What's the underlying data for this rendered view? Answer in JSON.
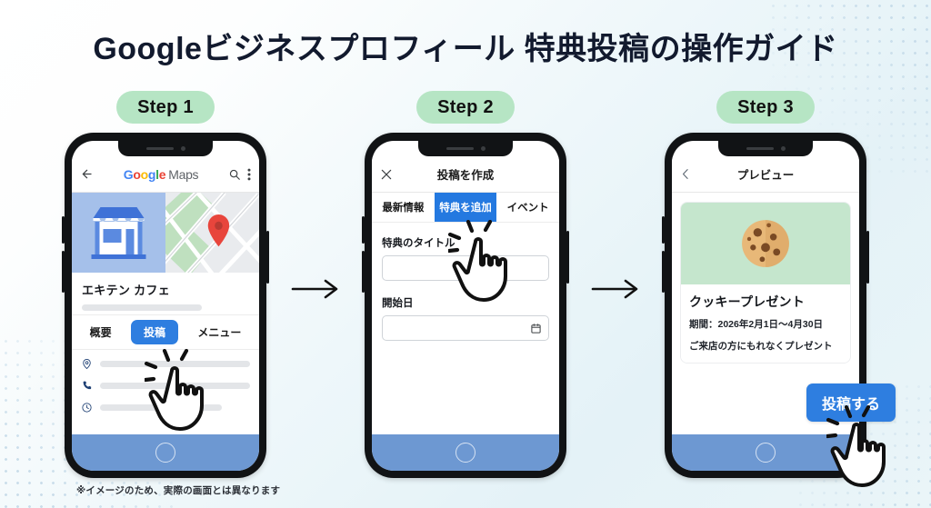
{
  "page": {
    "title": "Googleビジネスプロフィール 特典投稿の操作ガイド",
    "footnote": "※イメージのため、実際の画面とは異なります",
    "accent_blue": "#2e7ee0",
    "badge_green": "#b6e5c4",
    "bg_tint": "#e4f2f7"
  },
  "steps": [
    {
      "badge": "Step 1",
      "appbar": {
        "back_icon": "arrow-left-icon",
        "logo_google": "Google",
        "logo_maps": "Maps",
        "search_icon": "search-icon",
        "more_icon": "kebab-menu-icon"
      },
      "hero": {
        "store_icon": "storefront-icon",
        "map_pin_icon": "map-pin-icon"
      },
      "business_name": "エキテン カフェ",
      "tabs": [
        {
          "label": "概要",
          "active": false
        },
        {
          "label": "投稿",
          "active": true
        },
        {
          "label": "メニュー",
          "active": false
        }
      ],
      "info_rows": [
        {
          "icon": "location-pin-icon"
        },
        {
          "icon": "phone-icon"
        },
        {
          "icon": "clock-icon"
        }
      ]
    },
    {
      "badge": "Step 2",
      "appbar": {
        "close_icon": "close-icon",
        "title": "投稿を作成"
      },
      "segments": [
        {
          "label": "最新情報",
          "active": false
        },
        {
          "label": "特典を追加",
          "active": true
        },
        {
          "label": "イベント",
          "active": false
        }
      ],
      "fields": [
        {
          "label": "特典のタイトル",
          "value": "",
          "icon": ""
        },
        {
          "label": "開始日",
          "value": "",
          "icon": "calendar-icon"
        }
      ]
    },
    {
      "badge": "Step 3",
      "appbar": {
        "back_icon": "chevron-left-icon",
        "title": "プレビュー"
      },
      "card": {
        "image_icon": "cookie-icon",
        "heading": "クッキープレゼント",
        "period": "期間：2026年2月1日〜4月30日",
        "description": "ご来店の方にもれなくプレゼント"
      },
      "post_button": "投稿する"
    }
  ],
  "arrows": [
    {
      "name": "arrow-step1-to-step2"
    },
    {
      "name": "arrow-step2-to-step3"
    }
  ]
}
